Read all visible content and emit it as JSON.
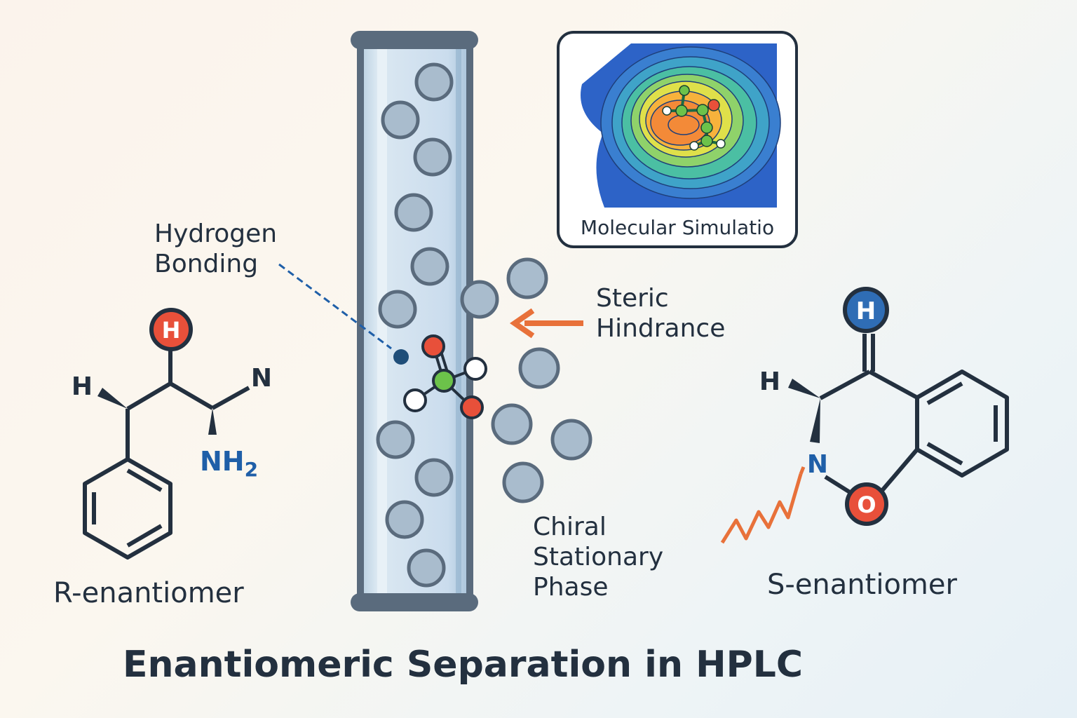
{
  "title": "Enantiomeric Separation in HPLC",
  "labels": {
    "hydrogen_bonding": [
      "Hydrogen",
      "Bonding"
    ],
    "steric_hindrance": [
      "Steric",
      "Hindrance"
    ],
    "chiral_stationary_phase": [
      "Chiral",
      "Stationary",
      "Phase"
    ],
    "r_enantiomer": "R-enantiomer",
    "s_enantiomer": "S-enantiomer",
    "molecular_simulation": "Molecular Simulatio"
  },
  "atoms": {
    "r_top": "H",
    "r_left": "H",
    "r_right": "N",
    "r_amine": "NH",
    "r_amine_sub": "2",
    "s_top": "H",
    "s_left": "H",
    "s_nitrogen": "N",
    "s_oxygen": "O"
  },
  "colors": {
    "ink": "#23303f",
    "hydrogen_red": "#e8503a",
    "hydrogen_blue": "#2f6db5",
    "oxygen_red": "#e8503a",
    "nitrogen_blue": "#1f5fa8",
    "arrow_orange": "#e8713a",
    "column_frame": "#5a6b7d",
    "bead_fill": "#a9bccd",
    "carbon_green": "#6cc24a"
  }
}
